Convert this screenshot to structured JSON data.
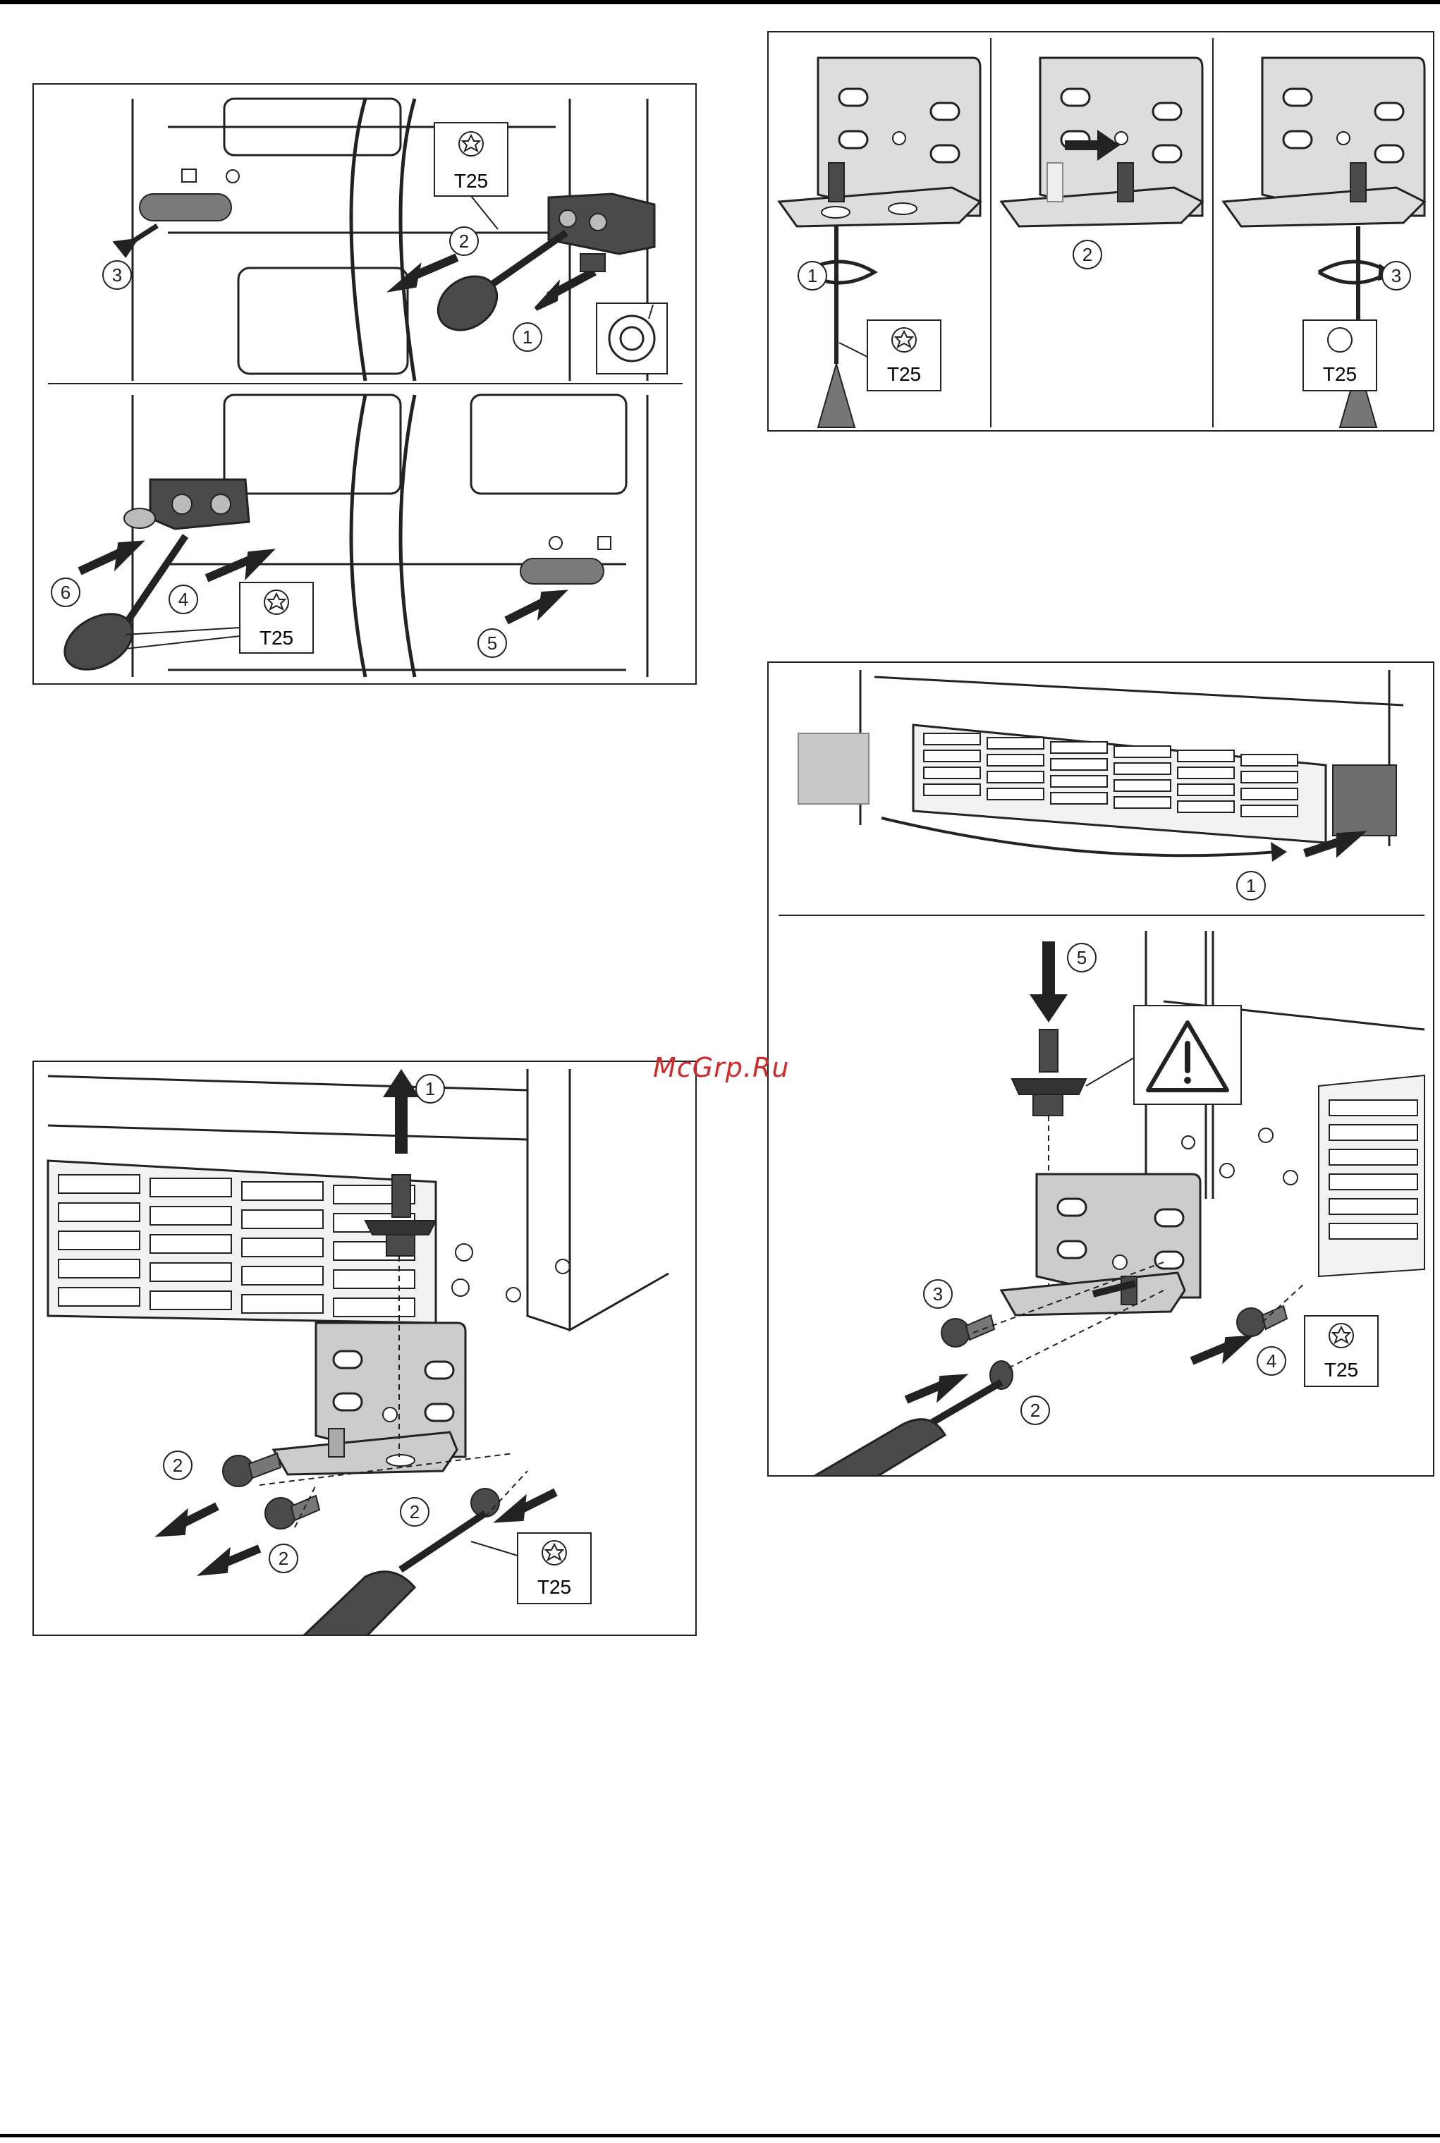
{
  "document": {
    "watermark": "McGrp.Ru"
  },
  "tool_label": "T25",
  "callouts": {
    "n1": "1",
    "n2": "2",
    "n3": "3",
    "n4": "4",
    "n5": "5",
    "n6": "6"
  },
  "icons": {
    "torx": "torx-bit-icon",
    "warning": "warning-triangle-icon",
    "arrow": "direction-arrow-icon"
  },
  "colors": {
    "line": "#222222",
    "metal": "#cfcfcf",
    "dark_part": "#4a4a4a",
    "watermark": "#d12a2a"
  }
}
